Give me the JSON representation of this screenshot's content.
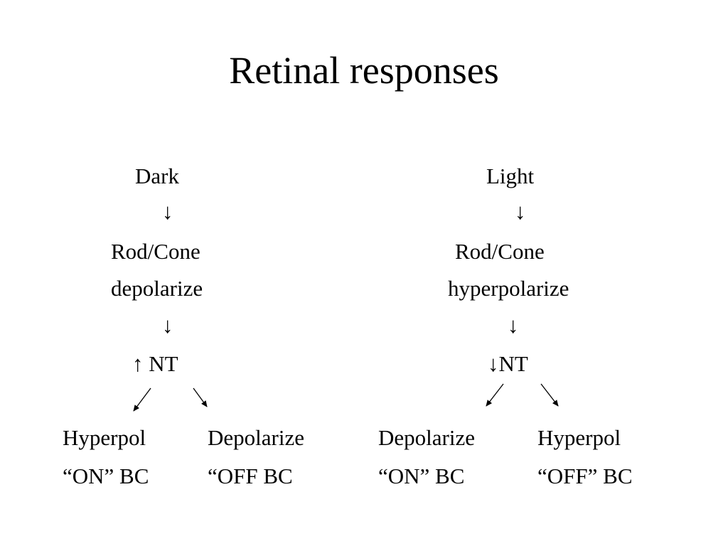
{
  "title": "Retinal responses",
  "dark": {
    "label": "Dark",
    "arrow1": "↓",
    "line1": "Rod/Cone",
    "line2": "depolarize",
    "arrow2": "↓",
    "nt": "↑ NT",
    "left_branch": {
      "line1": "Hyperpol",
      "line2": "“ON” BC"
    },
    "right_branch": {
      "line1": "Depolarize",
      "line2": "“OFF BC"
    }
  },
  "light": {
    "label": "Light",
    "arrow1": "↓",
    "line1": "Rod/Cone",
    "line2": "hyperpolarize",
    "arrow2": "↓",
    "nt": "↓NT",
    "left_branch": {
      "line1": "Depolarize",
      "line2": "“ON” BC"
    },
    "right_branch": {
      "line1": "Hyperpol",
      "line2": "“OFF”  BC"
    }
  }
}
